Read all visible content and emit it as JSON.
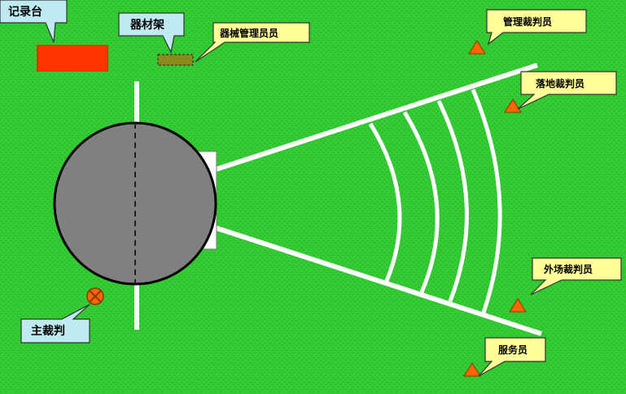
{
  "colors": {
    "field": "#33cc33",
    "field_dots": "#2aa82a",
    "lines": "#ffffff",
    "circle": "#808080",
    "record_table": "#ff3300",
    "equipment_rack": "#8a8a1f",
    "callout_blue": "#bfeaf2",
    "callout_yellow": "#ffff99",
    "triangle": "#ff6600",
    "official_circle": "#ff6600"
  },
  "labels": {
    "record_table": "记录台",
    "equipment_rack": "器材架",
    "equipment_manager": "器械管理员员",
    "management_referee": "管理裁判员",
    "landing_referee": "落地裁判员",
    "field_referee": "外场裁判员",
    "service_staff": "服务员",
    "chief_referee": "主裁判"
  },
  "icons": {
    "official_marker": "triangle-icon",
    "chief_referee_marker": "circled-x-icon"
  }
}
